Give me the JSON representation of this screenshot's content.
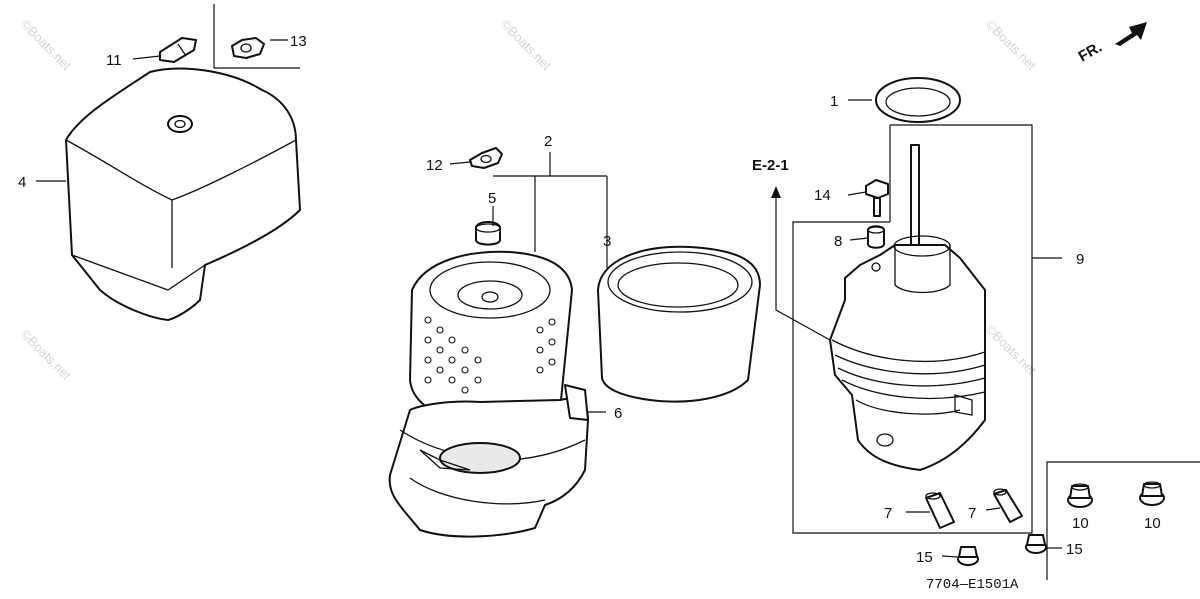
{
  "diagram": {
    "fr_label": "FR.",
    "reference_label": "E-2-1",
    "diagram_code": "7704—E1501A",
    "watermark_text": "©Boats.net",
    "callouts": [
      {
        "id": "c1",
        "number": "1"
      },
      {
        "id": "c2",
        "number": "2"
      },
      {
        "id": "c3",
        "number": "3"
      },
      {
        "id": "c4",
        "number": "4"
      },
      {
        "id": "c5",
        "number": "5"
      },
      {
        "id": "c6",
        "number": "6"
      },
      {
        "id": "c7a",
        "number": "7"
      },
      {
        "id": "c7b",
        "number": "7"
      },
      {
        "id": "c8",
        "number": "8"
      },
      {
        "id": "c9",
        "number": "9"
      },
      {
        "id": "c10a",
        "number": "10"
      },
      {
        "id": "c10b",
        "number": "10"
      },
      {
        "id": "c11",
        "number": "11"
      },
      {
        "id": "c12",
        "number": "12"
      },
      {
        "id": "c13",
        "number": "13"
      },
      {
        "id": "c14",
        "number": "14"
      },
      {
        "id": "c15a",
        "number": "15"
      },
      {
        "id": "c15b",
        "number": "15"
      }
    ]
  }
}
